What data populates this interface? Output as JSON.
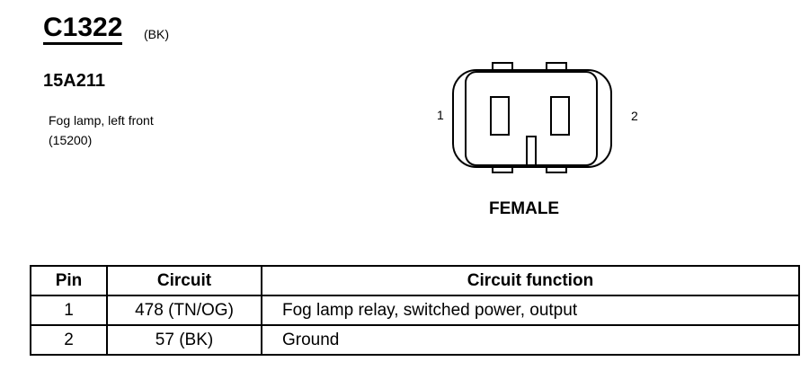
{
  "connector": {
    "id": "C1322",
    "color": "(BK)",
    "part_number": "15A211",
    "description_line1": "Fog lamp, left front",
    "description_line2": "(15200)"
  },
  "diagram": {
    "pin_left": "1",
    "pin_right": "2",
    "gender": "FEMALE"
  },
  "table": {
    "headers": [
      "Pin",
      "Circuit",
      "Circuit function"
    ],
    "rows": [
      {
        "pin": "1",
        "circuit": "478 (TN/OG)",
        "function": "Fog lamp relay, switched power, output"
      },
      {
        "pin": "2",
        "circuit": "57 (BK)",
        "function": "Ground"
      }
    ]
  }
}
